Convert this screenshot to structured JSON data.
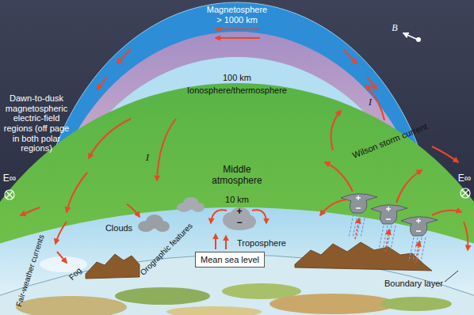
{
  "diagram": {
    "nodes": [
      {
        "text": [
          "Mean sea level"
        ]
      }
    ],
    "labels": [
      "Magnetosphere",
      "> 1000 km",
      "B",
      "100 km",
      "Ionosphere/thermosphere",
      "Dawn-to-dusk magnetospheric electric-field regions (off page in both polar regions)",
      "E∞",
      "E∞",
      "Middle atmosphere",
      "I",
      "I",
      "Wilson storm current",
      "10 km",
      "Clouds",
      "+",
      "−",
      "Orographic features",
      "Troposphere",
      "Fair-weather currents",
      "Fog",
      "Boundary layer"
    ]
  }
}
